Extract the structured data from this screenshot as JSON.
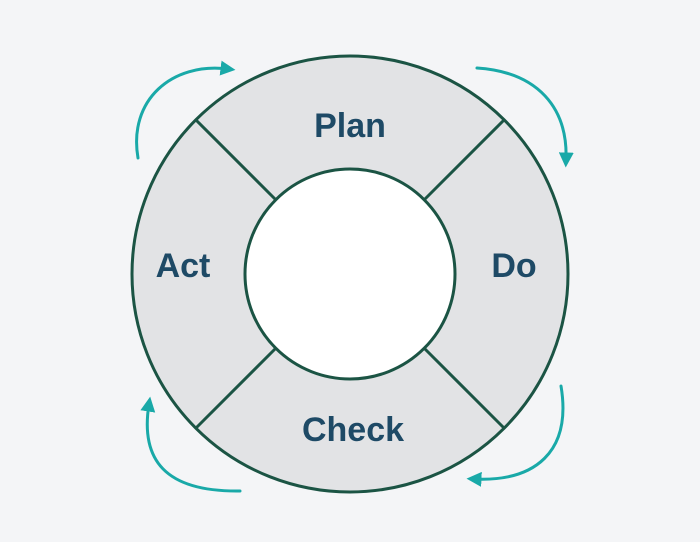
{
  "diagram": {
    "stages": [
      {
        "key": "plan",
        "label": "Plan"
      },
      {
        "key": "do",
        "label": "Do"
      },
      {
        "key": "check",
        "label": "Check"
      },
      {
        "key": "act",
        "label": "Act"
      }
    ],
    "colors": {
      "background": "#f4f5f7",
      "ring_fill": "#e2e3e5",
      "ring_stroke": "#1b5444",
      "label_text": "#1e4a66",
      "arrow": "#19a9a8",
      "center_fill": "#ffffff"
    },
    "arrows": [
      {
        "name": "arrow-act-to-plan",
        "direction": "clockwise"
      },
      {
        "name": "arrow-plan-to-do",
        "direction": "clockwise"
      },
      {
        "name": "arrow-do-to-check",
        "direction": "clockwise"
      },
      {
        "name": "arrow-check-to-act",
        "direction": "clockwise"
      }
    ]
  }
}
